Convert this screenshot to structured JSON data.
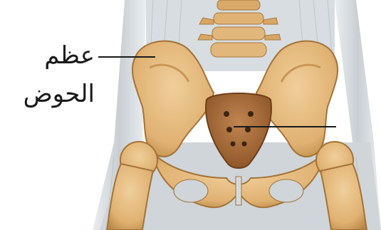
{
  "annotation": {
    "label_line1": "عظم",
    "label_line2": "الحوض"
  },
  "colors": {
    "background": "#ffffff",
    "bone": "#e2b77c",
    "bone_shadow": "#b6874a",
    "muscle": "#c9cfd3",
    "sacrum": "#a86a3a",
    "leader_line": "#1a1a1a"
  },
  "icons": {
    "illustration": "pelvis-bone-illustration"
  }
}
